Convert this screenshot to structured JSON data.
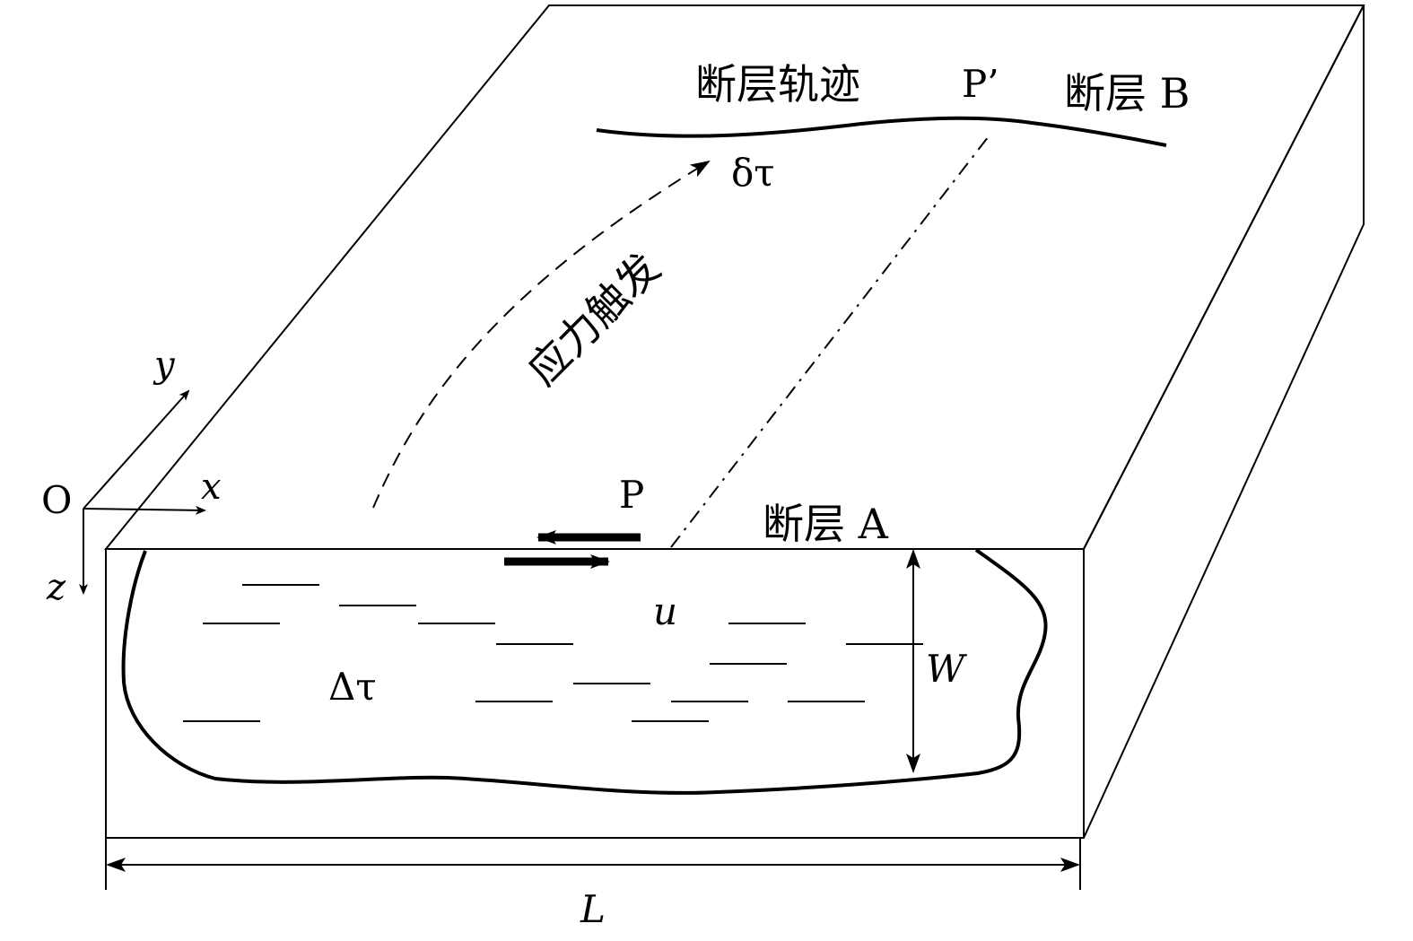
{
  "labels": {
    "fault_trace": "断层轨迹",
    "p_prime": "P’",
    "fault_b": "断层 B",
    "delta_tau_small": "δτ",
    "stress_trigger": "应力触发",
    "axis_y": "y",
    "axis_x": "x",
    "axis_z": "z",
    "origin": "O",
    "point_p": "P",
    "fault_a": "断层 A",
    "displacement": "u",
    "width": "W",
    "delta_tau_big": "Δτ",
    "length": "L"
  },
  "colors": {
    "ink": "#000000",
    "background": "#ffffff"
  }
}
